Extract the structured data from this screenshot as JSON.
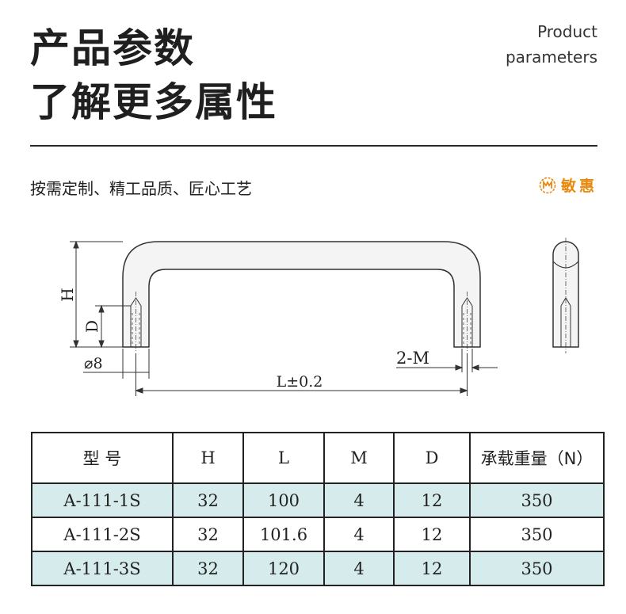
{
  "header": {
    "title_line1": "产品参数",
    "title_line2": "了解更多属性",
    "english_line1": "Product",
    "english_line2": "parameters"
  },
  "tagline": "按需定制、精工品质、匠心工艺",
  "brand": {
    "name": "敏惠",
    "icon": "brand-logo-icon",
    "color": "#e8890f"
  },
  "drawing": {
    "label_H": "H",
    "label_D": "D",
    "label_diameter": "⌀8",
    "label_M": "2-M",
    "label_L": "L±0.2"
  },
  "table": {
    "headers": [
      "型 号",
      "H",
      "L",
      "M",
      "D",
      "承载重量（N）"
    ],
    "rows": [
      [
        "A-111-1S",
        "32",
        "100",
        "4",
        "12",
        "350"
      ],
      [
        "A-111-2S",
        "32",
        "101.6",
        "4",
        "12",
        "350"
      ],
      [
        "A-111-3S",
        "32",
        "120",
        "4",
        "12",
        "350"
      ]
    ],
    "shade_color": "#d6ecec"
  }
}
